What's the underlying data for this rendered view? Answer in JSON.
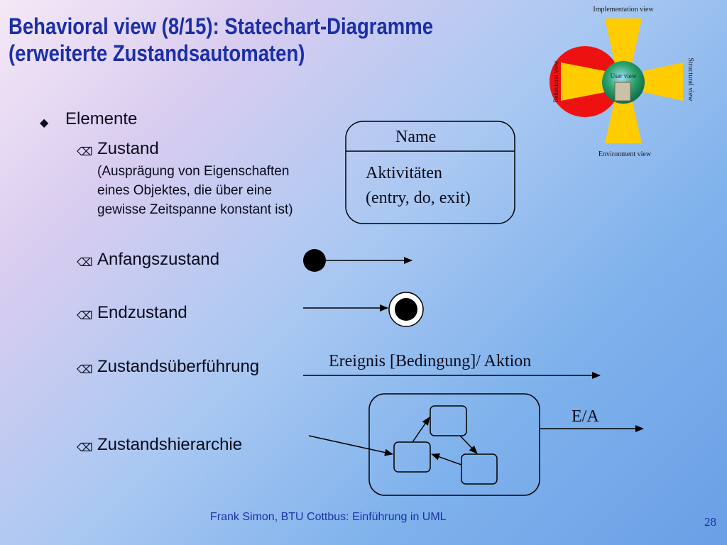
{
  "title": {
    "line1": "Behavioral view (8/15): Statechart-Diagramme",
    "line2": "(erweiterte Zustandsautomaten)"
  },
  "views_logo": {
    "top": "Implementation view",
    "bottom": "Environment view",
    "left": "Behavioral view",
    "right": "Structural view",
    "center": "User view",
    "colors": {
      "petals": "#ffcc00",
      "behavioral": "#ee1111",
      "globe": "#2aa36a"
    }
  },
  "bullets": {
    "elemente": "Elemente",
    "zustand": "Zustand",
    "zustand_desc": [
      "(Ausprägung von Eigenschaften",
      "eines Objektes, die über eine",
      "gewisse Zeitspanne konstant ist)"
    ],
    "anfangszustand": "Anfangszustand",
    "endzustand": "Endzustand",
    "ueberfuehrung": "Zustandsüberführung",
    "hierarchie": "Zustandshierarchie",
    "diamond_glyph": "◆",
    "item_glyph": "⌫"
  },
  "state_box": {
    "name": "Name",
    "activities_line1": "Aktivitäten",
    "activities_line2": "(entry, do, exit)"
  },
  "transition_label": "Ereignis [Bedingung]/ Aktion",
  "hierarchy_label": "E/A",
  "footer": "Frank Simon, BTU Cottbus: Einführung in UML",
  "page_number": "28"
}
